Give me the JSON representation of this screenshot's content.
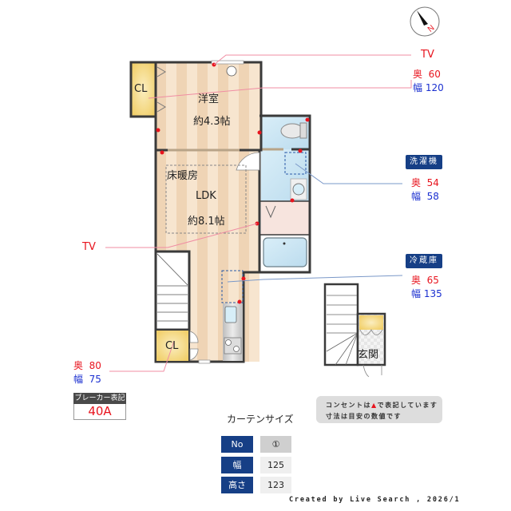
{
  "compass": {
    "label": "N",
    "direction_icon": "north-arrow-icon"
  },
  "rooms": {
    "western_room": {
      "name": "洋室",
      "size": "約4.3帖"
    },
    "ldk": {
      "heating": "床暖房",
      "name": "LDK",
      "size": "約8.1帖"
    },
    "closet_top": "CL",
    "closet_bottom": "CL",
    "entrance": "玄関"
  },
  "window_marker": "①",
  "annotations": {
    "tv_top": {
      "label": "TV",
      "depth_label": "奥",
      "depth": "60",
      "width_label": "幅",
      "width": "120"
    },
    "tv_left": {
      "label": "TV"
    },
    "closet_bottom": {
      "depth_label": "奥",
      "depth": "80",
      "width_label": "幅",
      "width": "75"
    },
    "washer": {
      "title": "洗濯機",
      "depth_label": "奥",
      "depth": "54",
      "width_label": "幅",
      "width": "58"
    },
    "fridge": {
      "title": "冷蔵庫",
      "depth_label": "奥",
      "depth": "65",
      "width_label": "幅",
      "width": "135"
    }
  },
  "breaker": {
    "title": "ブレーカー表記",
    "value": "40A"
  },
  "note": {
    "line1_pre": "コンセントは",
    "line1_post": "で表記しています",
    "line2": "寸法は目安の数値です"
  },
  "curtain": {
    "title": "カーテンサイズ",
    "rows": [
      {
        "key": "No",
        "value": "①"
      },
      {
        "key": "幅",
        "value": "125"
      },
      {
        "key": "高さ",
        "value": "123"
      }
    ]
  },
  "credit": "Created by Live Search , 2026/1",
  "colors": {
    "wall": "#3a3a3a",
    "floor_light": "#f6e3cc",
    "floor_dark": "#efd3b4",
    "closet": "#f4d77c",
    "wet_area": "#cfe8f4",
    "outlet": "#e8141e",
    "tag_bg": "#163f86",
    "depth_red": "#e8141e",
    "width_blue": "#1a2fd0"
  }
}
